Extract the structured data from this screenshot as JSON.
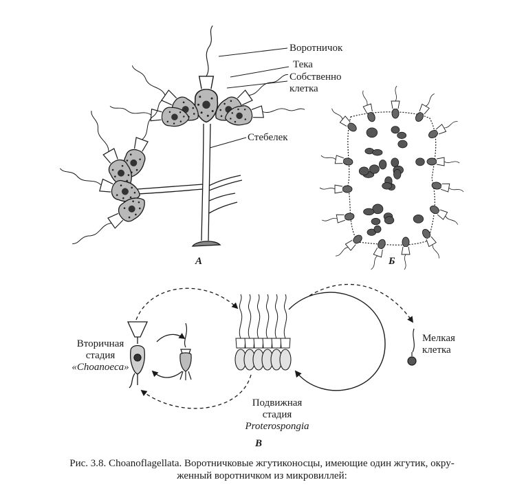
{
  "labels": {
    "collar": "Воротничок",
    "theca": "Тека",
    "cell_proper_1": "Собственно",
    "cell_proper_2": "клетка",
    "stalk": "Стебелек",
    "secondary_1": "Вторичная",
    "secondary_2": "стадия",
    "secondary_3": "«Choanoeca»",
    "small_cell_1": "Мелкая",
    "small_cell_2": "клетка",
    "motile_1": "Подвижная",
    "motile_2": "стадия",
    "motile_3": "Proterospongia"
  },
  "panels": {
    "a": "А",
    "b": "Б",
    "c": "В"
  },
  "caption": {
    "line1": "Рис. 3.8. Choanoflagellata. Воротничковые жгутиконосцы, имеющие один жгутик, окру-",
    "line2": "женный воротничком из микровиллей:"
  }
}
